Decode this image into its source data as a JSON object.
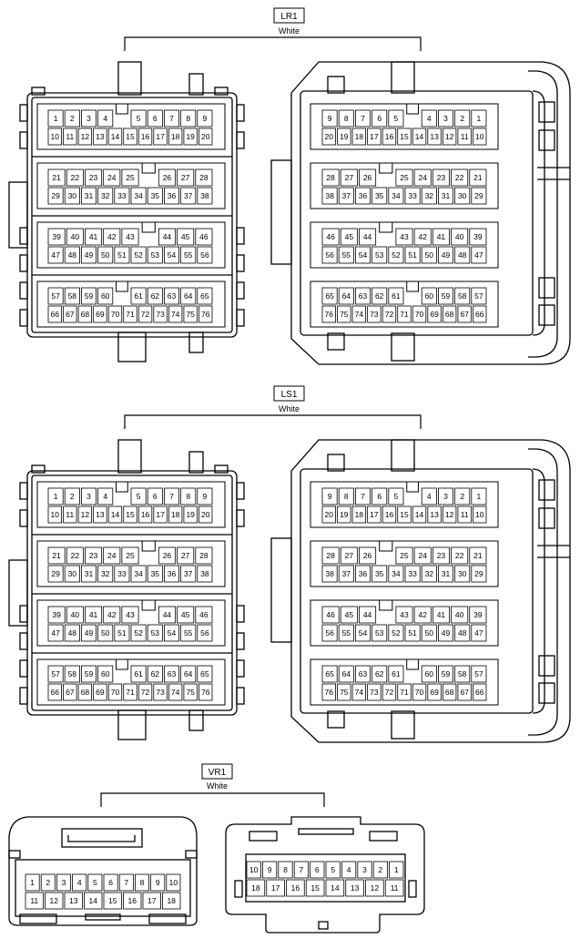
{
  "connectors": [
    {
      "name": "LR1",
      "color": "White",
      "rows": [
        {
          "left": [
            [
              "1",
              "2",
              "3",
              "4",
              "",
              "5",
              "6",
              "7",
              "8",
              "9"
            ],
            [
              "10",
              "11",
              "12",
              "13",
              "14",
              "15",
              "16",
              "17",
              "18",
              "19",
              "20"
            ]
          ],
          "right": [
            [
              "9",
              "8",
              "7",
              "6",
              "5",
              "",
              "4",
              "3",
              "2",
              "1"
            ],
            [
              "20",
              "19",
              "18",
              "17",
              "16",
              "15",
              "14",
              "13",
              "12",
              "11",
              "10"
            ]
          ]
        },
        {
          "left": [
            [
              "21",
              "22",
              "23",
              "24",
              "25",
              "",
              "26",
              "27",
              "28"
            ],
            [
              "29",
              "30",
              "31",
              "32",
              "33",
              "34",
              "35",
              "36",
              "37",
              "38"
            ]
          ],
          "right": [
            [
              "28",
              "27",
              "26",
              "",
              "25",
              "24",
              "23",
              "22",
              "21"
            ],
            [
              "38",
              "37",
              "36",
              "35",
              "34",
              "33",
              "32",
              "31",
              "30",
              "29"
            ]
          ]
        },
        {
          "left": [
            [
              "39",
              "40",
              "41",
              "42",
              "43",
              "",
              "44",
              "45",
              "46"
            ],
            [
              "47",
              "48",
              "49",
              "50",
              "51",
              "52",
              "53",
              "54",
              "55",
              "56"
            ]
          ],
          "right": [
            [
              "46",
              "45",
              "44",
              "",
              "43",
              "42",
              "41",
              "40",
              "39"
            ],
            [
              "56",
              "55",
              "54",
              "53",
              "52",
              "51",
              "50",
              "49",
              "48",
              "47"
            ]
          ]
        },
        {
          "left": [
            [
              "57",
              "58",
              "59",
              "60",
              "",
              "61",
              "62",
              "63",
              "64",
              "65"
            ],
            [
              "66",
              "67",
              "68",
              "69",
              "70",
              "71",
              "72",
              "73",
              "74",
              "75",
              "76"
            ]
          ],
          "right": [
            [
              "65",
              "64",
              "63",
              "62",
              "61",
              "",
              "60",
              "59",
              "58",
              "57"
            ],
            [
              "76",
              "75",
              "74",
              "73",
              "72",
              "71",
              "70",
              "69",
              "68",
              "67",
              "66"
            ]
          ]
        }
      ]
    },
    {
      "name": "LS1",
      "color": "White",
      "rows": [
        {
          "left": [
            [
              "1",
              "2",
              "3",
              "4",
              "",
              "5",
              "6",
              "7",
              "8",
              "9"
            ],
            [
              "10",
              "11",
              "12",
              "13",
              "14",
              "15",
              "16",
              "17",
              "18",
              "19",
              "20"
            ]
          ],
          "right": [
            [
              "9",
              "8",
              "7",
              "6",
              "5",
              "",
              "4",
              "3",
              "2",
              "1"
            ],
            [
              "20",
              "19",
              "18",
              "17",
              "16",
              "15",
              "14",
              "13",
              "12",
              "11",
              "10"
            ]
          ]
        },
        {
          "left": [
            [
              "21",
              "22",
              "23",
              "24",
              "25",
              "",
              "26",
              "27",
              "28"
            ],
            [
              "29",
              "30",
              "31",
              "32",
              "33",
              "34",
              "35",
              "36",
              "37",
              "38"
            ]
          ],
          "right": [
            [
              "28",
              "27",
              "26",
              "",
              "25",
              "24",
              "23",
              "22",
              "21"
            ],
            [
              "38",
              "37",
              "36",
              "35",
              "34",
              "33",
              "32",
              "31",
              "30",
              "29"
            ]
          ]
        },
        {
          "left": [
            [
              "39",
              "40",
              "41",
              "42",
              "43",
              "",
              "44",
              "45",
              "46"
            ],
            [
              "47",
              "48",
              "49",
              "50",
              "51",
              "52",
              "53",
              "54",
              "55",
              "56"
            ]
          ],
          "right": [
            [
              "46",
              "45",
              "44",
              "",
              "43",
              "42",
              "41",
              "40",
              "39"
            ],
            [
              "56",
              "55",
              "54",
              "53",
              "52",
              "51",
              "50",
              "49",
              "48",
              "47"
            ]
          ]
        },
        {
          "left": [
            [
              "57",
              "58",
              "59",
              "60",
              "",
              "61",
              "62",
              "63",
              "64",
              "65"
            ],
            [
              "66",
              "67",
              "68",
              "69",
              "70",
              "71",
              "72",
              "73",
              "74",
              "75",
              "76"
            ]
          ],
          "right": [
            [
              "65",
              "64",
              "63",
              "62",
              "61",
              "",
              "60",
              "59",
              "58",
              "57"
            ],
            [
              "76",
              "75",
              "74",
              "73",
              "72",
              "71",
              "70",
              "69",
              "68",
              "67",
              "66"
            ]
          ]
        }
      ]
    },
    {
      "name": "VR1",
      "color": "White",
      "left": [
        [
          "1",
          "2",
          "3",
          "4",
          "5",
          "6",
          "7",
          "8",
          "9",
          "10"
        ],
        [
          "11",
          "12",
          "13",
          "14",
          "15",
          "16",
          "17",
          "18"
        ]
      ],
      "right": [
        [
          "10",
          "9",
          "8",
          "7",
          "6",
          "5",
          "4",
          "3",
          "2",
          "1"
        ],
        [
          "18",
          "17",
          "16",
          "15",
          "14",
          "13",
          "12",
          "11"
        ]
      ]
    }
  ]
}
